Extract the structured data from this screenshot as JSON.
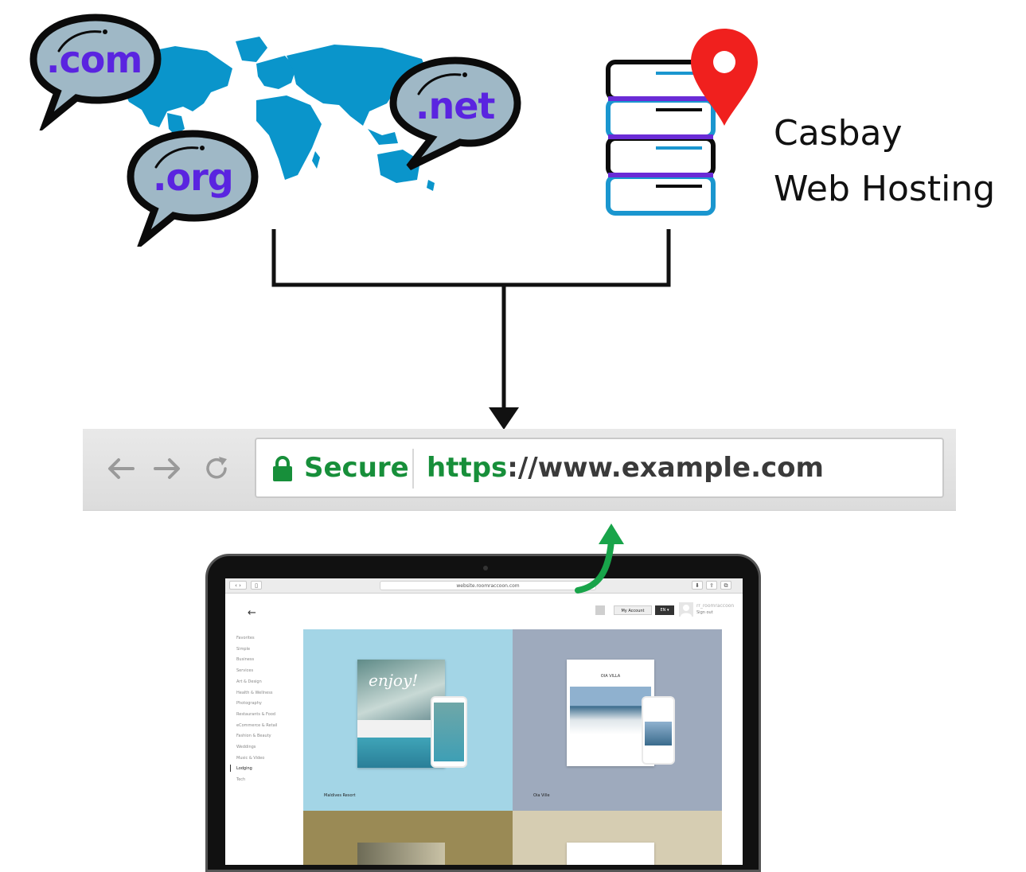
{
  "bubbles": [
    {
      "id": "com",
      "label": ".com"
    },
    {
      "id": "net",
      "label": ".net"
    },
    {
      "id": "org",
      "label": ".org"
    }
  ],
  "hosting": {
    "line1": "Casbay",
    "line2": "Web Hosting"
  },
  "browser": {
    "secure_label": "Secure",
    "url_scheme": "https",
    "url_rest": "://www.example.com"
  },
  "laptop": {
    "safari_url": "website.roomraccoon.com",
    "my_account": "My Account",
    "lang": "EN",
    "user_name": "rr_roomraccoon",
    "sign_out": "Sign out",
    "back": "←",
    "categories": [
      "Favorites",
      "Simple",
      "Business",
      "Services",
      "Art & Design",
      "Health & Wellness",
      "Photography",
      "Restaurants & Food",
      "eCommerce & Retail",
      "Fashion & Beauty",
      "Weddings",
      "Music & Video",
      "Lodging",
      "Tech"
    ],
    "active_category": "Lodging",
    "tiles": [
      {
        "label": "Maldives Resort",
        "color": "#a3d5e6"
      },
      {
        "label": "Oia Ville",
        "color": "#9eaabd"
      },
      {
        "label": "",
        "color": "#9a8a55"
      },
      {
        "label": "",
        "color": "#d6cdb2"
      }
    ],
    "mock_script": "enjoy!",
    "mock_villa": "OIA VILLA"
  },
  "colors": {
    "map_blue": "#0a95cb",
    "bubble_fill": "#9fb8c6",
    "tld_purple": "#5a24e0",
    "server_blue": "#1a96cf",
    "server_purple": "#6a2bd6",
    "pin_red": "#f0201e",
    "secure_green": "#178f3a",
    "arrow_green": "#18a44a"
  }
}
